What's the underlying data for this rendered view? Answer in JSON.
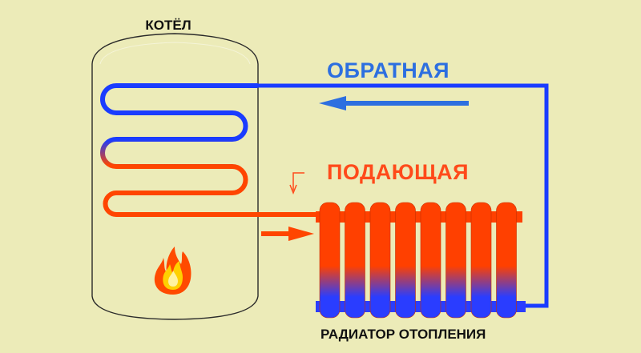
{
  "labels": {
    "boiler": "КОТЁЛ",
    "return_line": "ОБРАТНАЯ",
    "supply_line": "ПОДАЮЩАЯ",
    "radiator": "РАДИАТОР ОТОПЛЕНИЯ"
  },
  "colors": {
    "background": "#ecebb8",
    "hot": "#ff4500",
    "cold": "#1a3cff",
    "return_text": "#2d6fe0",
    "supply_text": "#ff4a1a",
    "flame_outer": "#ff4a00",
    "flame_inner": "#ffd000"
  },
  "radiator": {
    "section_count": 8
  },
  "icons": {
    "burner": "flame-icon",
    "return_flow": "arrow-left-icon",
    "supply_flow": "arrow-right-icon",
    "supply_pointer": "arrow-down-icon"
  }
}
